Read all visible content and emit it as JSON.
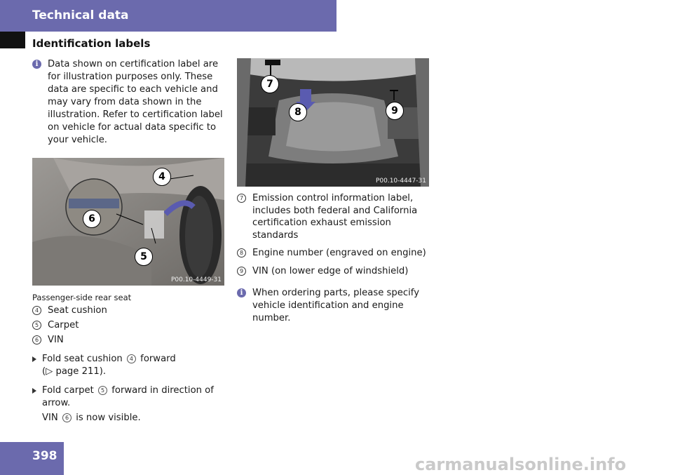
{
  "header": {
    "title": "Technical data"
  },
  "section": {
    "title": "Identification labels"
  },
  "left": {
    "note": "Data shown on certification label are for illustration purposes only. These data are specific to each vehicle and may vary from data shown in the illustration. Refer to certification label on vehicle for actual data specific to your vehicle.",
    "figure_code": "P00.10-4449-31",
    "callouts": [
      "4",
      "5",
      "6"
    ],
    "caption": "Passenger-side rear seat",
    "items": [
      {
        "num": "4",
        "text": "Seat cushion"
      },
      {
        "num": "5",
        "text": "Carpet"
      },
      {
        "num": "6",
        "text": "VIN"
      }
    ],
    "step1": {
      "before": "Fold seat cushion",
      "ref": "4",
      "after": "forward",
      "line2": "(▷ page 211)."
    },
    "step2": {
      "before": "Fold carpet",
      "ref": "5",
      "after": "forward in direction of arrow."
    },
    "step3": {
      "before": "VIN",
      "ref": "6",
      "after": "is now visible."
    }
  },
  "right": {
    "figure_code": "P00.10-4447-31",
    "callouts": [
      "7",
      "8",
      "9"
    ],
    "items": [
      {
        "num": "7",
        "text": "Emission control information label, includes both federal and California certification exhaust emission standards"
      },
      {
        "num": "8",
        "text": "Engine number (engraved on engine)"
      },
      {
        "num": "9",
        "text": "VIN (on lower edge of windshield)"
      }
    ],
    "note": "When ordering parts, please specify vehicle identification and engine number."
  },
  "footer": {
    "page_number": "398",
    "watermark": "carmanualsonline.info"
  },
  "icons": {
    "info": "info-icon",
    "step": "triangle-arrow-icon"
  },
  "colors": {
    "accent": "#6b6aad"
  }
}
